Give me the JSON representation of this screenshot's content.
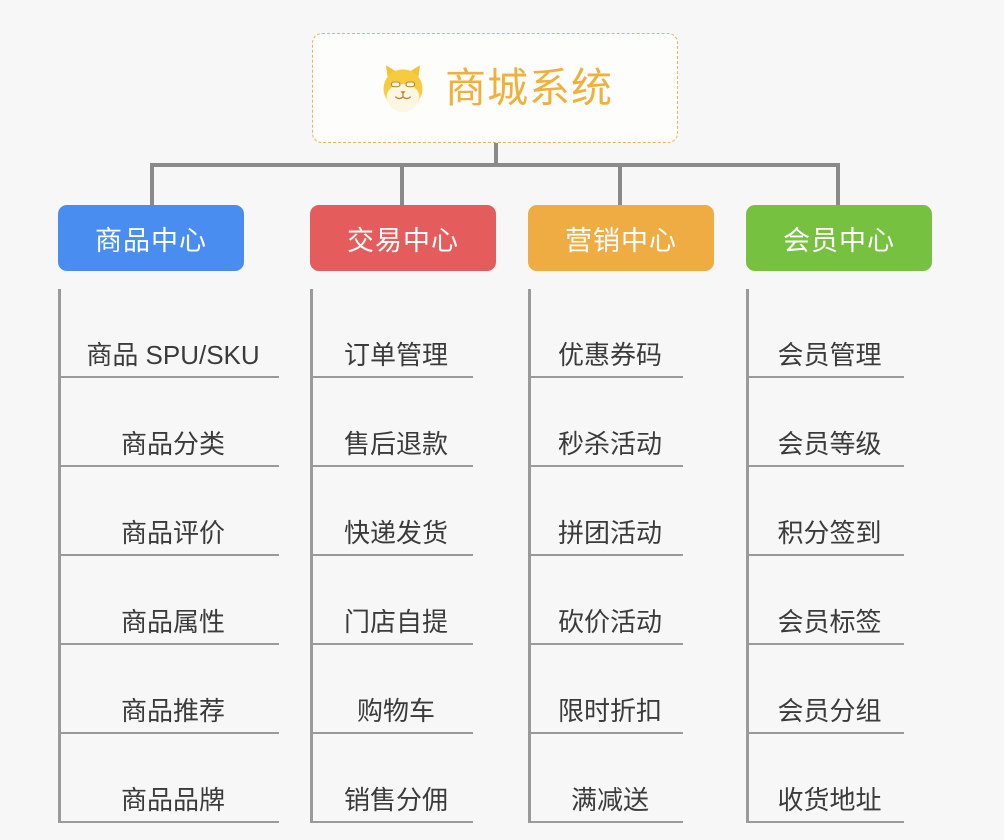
{
  "root": {
    "title": "商城系统",
    "icon": "shiba-dog-icon",
    "border_color": "#eab354",
    "text_color": "#f0b03c"
  },
  "connector_color": "#8a8a8a",
  "background_color": "#f7f7f7",
  "columns": [
    {
      "header": "商品中心",
      "color": "#4a8df0",
      "color_class": "hdr-blue",
      "items": [
        "商品 SPU/SKU",
        "商品分类",
        "商品评价",
        "商品属性",
        "商品推荐",
        "商品品牌"
      ]
    },
    {
      "header": "交易中心",
      "color": "#e55c5c",
      "color_class": "hdr-red",
      "items": [
        "订单管理",
        "售后退款",
        "快递发货",
        "门店自提",
        "购物车",
        "销售分佣"
      ]
    },
    {
      "header": "营销中心",
      "color": "#eeac42",
      "color_class": "hdr-orange",
      "items": [
        "优惠券码",
        "秒杀活动",
        "拼团活动",
        "砍价活动",
        "限时折扣",
        "满减送"
      ]
    },
    {
      "header": "会员中心",
      "color": "#77c141",
      "color_class": "hdr-green",
      "items": [
        "会员管理",
        "会员等级",
        "积分签到",
        "会员标签",
        "会员分组",
        "收货地址"
      ]
    }
  ]
}
